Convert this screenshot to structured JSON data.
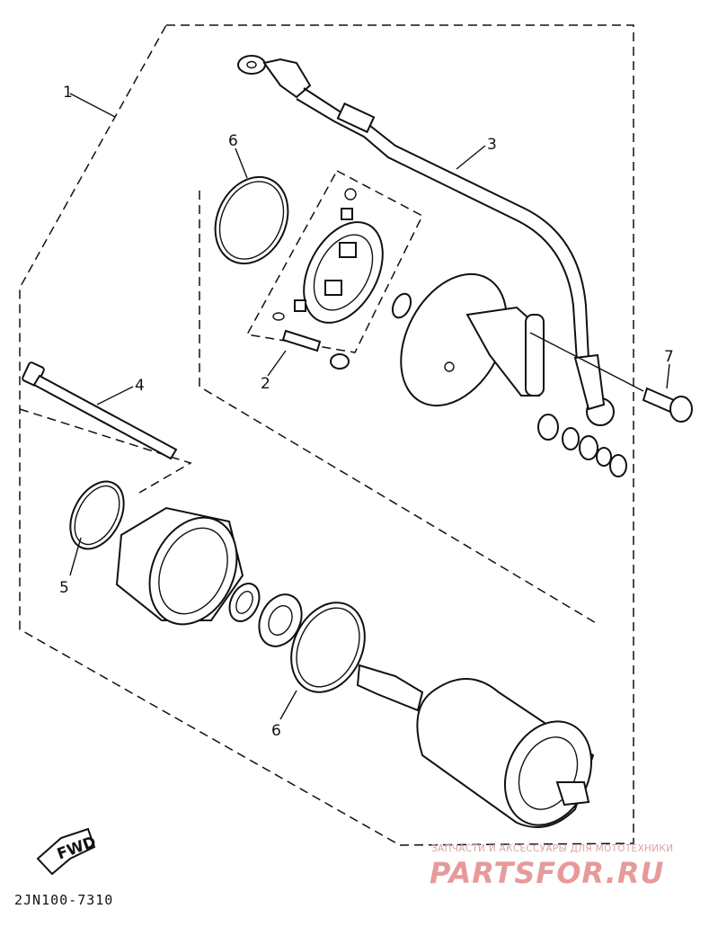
{
  "callouts": {
    "c1": "1",
    "c2": "2",
    "c3": "3",
    "c4": "4",
    "c5": "5",
    "c6a": "6",
    "c6b": "6",
    "c7": "7"
  },
  "fwd_label": "FWD",
  "diagram_code": "2JN100-7310",
  "watermark": {
    "tagline": "ЗАПЧАСТИ И АКСЕССУАРЫ ДЛЯ МОТОТЕХНИКИ",
    "site": "PARTSFOR.RU"
  },
  "colors": {
    "line": "#111111",
    "watermark": "#e79a9a"
  }
}
